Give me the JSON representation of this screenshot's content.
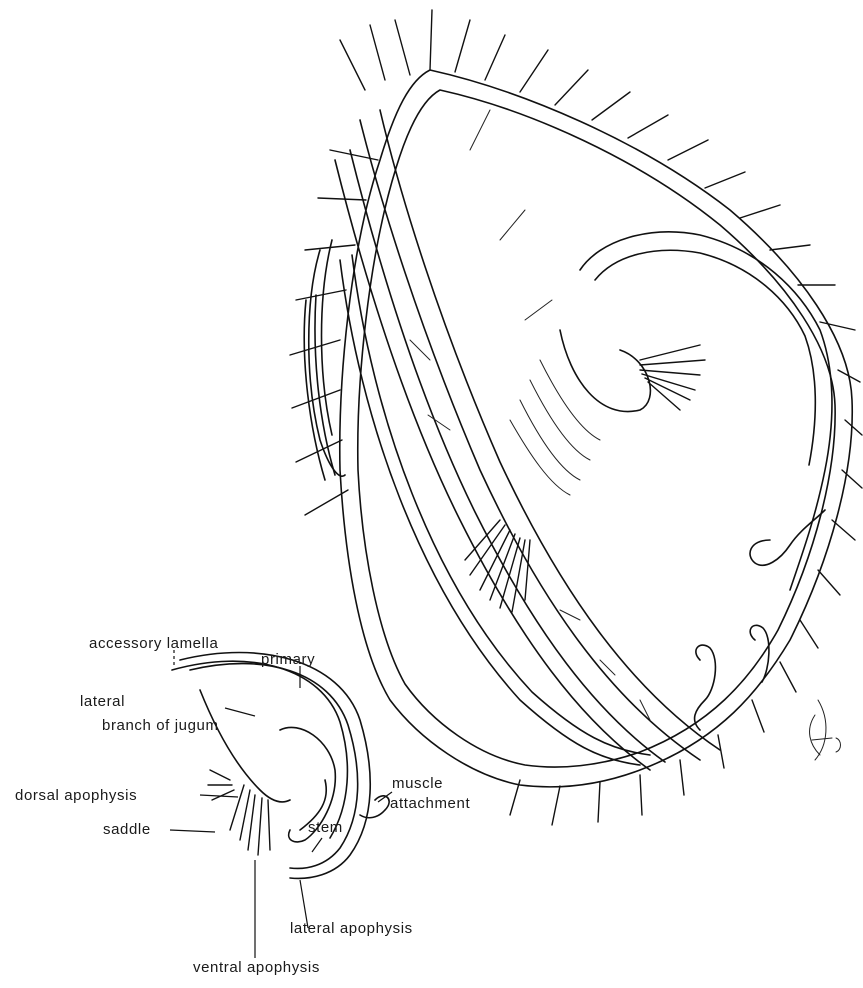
{
  "labels": {
    "accessory_lamella": "accessory lamella",
    "primary": "primary",
    "lateral": "lateral",
    "branch_of_jugum": "branch of jugum",
    "dorsal_apophysis": "dorsal apophysis",
    "saddle": "saddle",
    "stem": "stem",
    "muscle": "muscle",
    "attachment": "attachment",
    "lateral_apophysis": "lateral apophysis",
    "ventral_apophysis": "ventral apophysis"
  },
  "colors": {
    "ink": "#111111",
    "paper": "#ffffff"
  }
}
